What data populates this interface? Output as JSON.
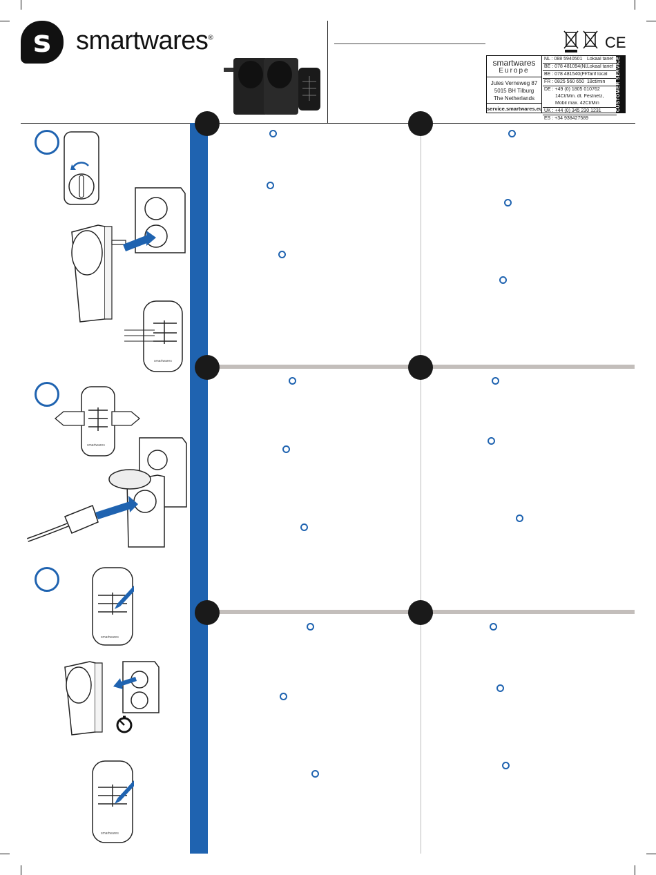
{
  "header": {
    "logo_letter": "s",
    "brand": "smartwares",
    "brand_mark": "®"
  },
  "service": {
    "brand": "smartwares",
    "region": "Europe",
    "address_1": "Jules Verneweg 87",
    "address_2": "5015 BH Tilburg",
    "address_3": "The Netherlands",
    "website": "service.smartwares.eu",
    "rows": [
      {
        "a": "NL : 088 5940501",
        "b": "Lokaal tarief"
      },
      {
        "a": "BE : 078 481094(NL)",
        "b": "Lokaal tarief"
      },
      {
        "a": "BE : 078 481540(FR)",
        "b": "Tarif local"
      },
      {
        "a": "FR : 0825 560 650",
        "b": "18ct/min"
      },
      {
        "a": "DE : +49 (0) 1805 010762",
        "b": ""
      },
      {
        "a": "14Ct/Min. dt. Festnetz,",
        "b": ""
      },
      {
        "a": "Mobil max. 42Ct/Min",
        "b": ""
      },
      {
        "a": "UK : +44 (0) 345 230 1231",
        "b": ""
      },
      {
        "a": "ES : +34 938427589",
        "b": ""
      }
    ],
    "label": "CUSTOMER SERVICE"
  },
  "cert": {
    "ce": "CE"
  },
  "remote_brand": "smartwares",
  "colors": {
    "accent_blue": "#1f63b0",
    "divider_gray": "#c3bebb",
    "dark": "#1a1a1a"
  }
}
